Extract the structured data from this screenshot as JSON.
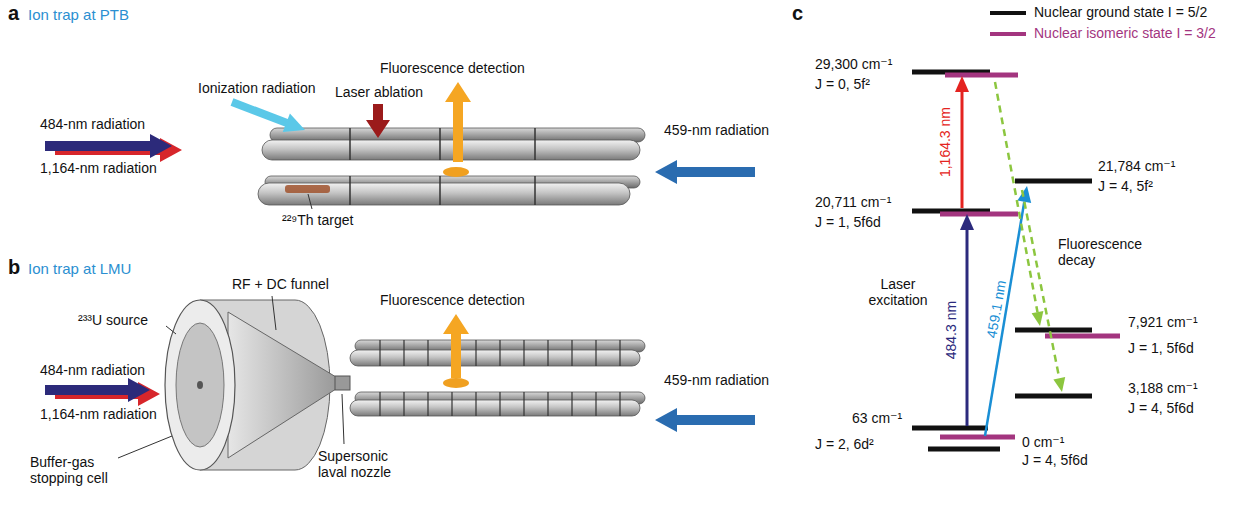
{
  "diagram": {
    "labels": [
      "a",
      "Ion trap at PTB",
      "Ionization radiation",
      "Laser ablation",
      "Fluorescence detection",
      "484-nm radiation",
      "1,164-nm radiation",
      "459-nm radiation",
      "²²⁹Th target",
      "b",
      "Ion trap at LMU",
      "²³³U source",
      "RF + DC funnel",
      "Fluorescence detection",
      "484-nm radiation",
      "1,164-nm radiation",
      "459-nm radiation",
      "Buffer-gas stopping cell",
      "Supersonic laval nozzle",
      "c",
      "29,300 cm⁻¹",
      "J = 0, 5f²",
      "20,711 cm⁻¹",
      "J = 1, 5f6d",
      "63 cm⁻¹",
      "J = 2, 6d²",
      "0 cm⁻¹",
      "J = 4, 5f6d",
      "21,784 cm⁻¹",
      "J = 4, 5f²",
      "7,921 cm⁻¹",
      "J = 1, 5f6d",
      "3,188 cm⁻¹",
      "J = 4, 5f6d",
      "1,164.3 nm",
      "484.3 nm",
      "459.1 nm",
      "Laser excitation",
      "Fluorescence decay"
    ],
    "legend": [
      {
        "text": "Nuclear ground state I = 5/2",
        "color": "#111111"
      },
      {
        "text": "Nuclear isomeric state I = 3/2",
        "color": "#a3357f"
      }
    ]
  }
}
